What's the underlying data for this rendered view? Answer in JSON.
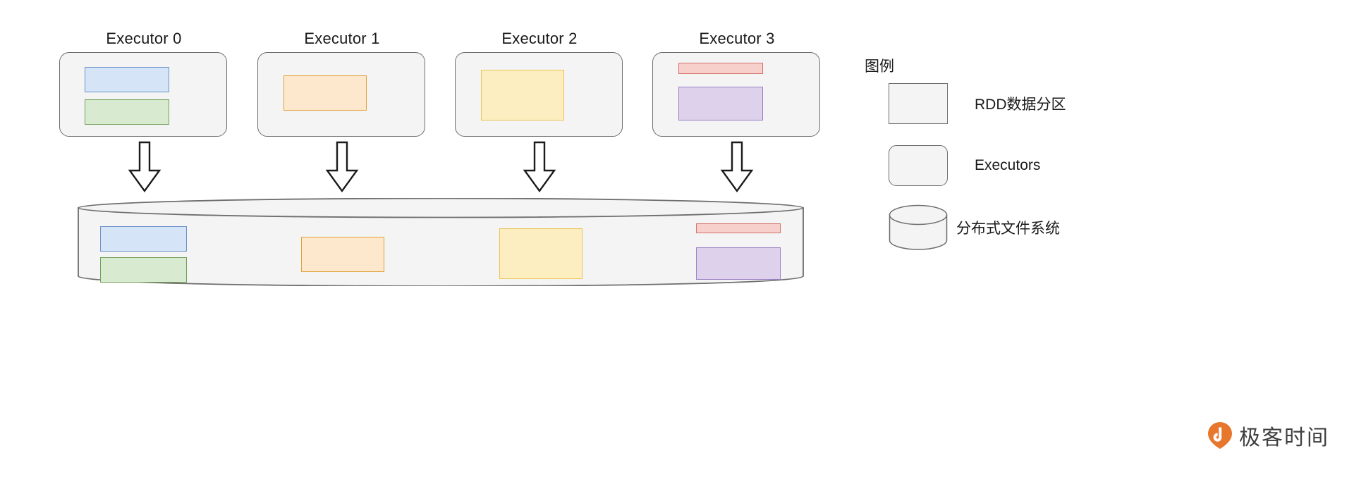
{
  "diagram": {
    "type": "spark-executor-dfs-diagram",
    "background_color": "#ffffff",
    "executors": [
      {
        "title": "Executor 0",
        "partitions": [
          {
            "name": "partition-blue",
            "fill": "#d6e4f7",
            "stroke": "#6d93c9",
            "width": 120,
            "height": 36
          },
          {
            "name": "partition-green",
            "fill": "#d8ebd0",
            "stroke": "#74a05a",
            "width": 120,
            "height": 36
          }
        ]
      },
      {
        "title": "Executor 1",
        "partitions": [
          {
            "name": "partition-orange",
            "fill": "#fde8cd",
            "stroke": "#e2a13a",
            "width": 118,
            "height": 50
          }
        ]
      },
      {
        "title": "Executor 2",
        "partitions": [
          {
            "name": "partition-yellow",
            "fill": "#fdeec2",
            "stroke": "#e8c456",
            "width": 118,
            "height": 72
          }
        ]
      },
      {
        "title": "Executor 3",
        "partitions": [
          {
            "name": "partition-red",
            "fill": "#f7cfcb",
            "stroke": "#d4726b",
            "width": 120,
            "height": 16
          },
          {
            "name": "partition-purple",
            "fill": "#ddd1ec",
            "stroke": "#9b80c4",
            "width": 120,
            "height": 48
          }
        ]
      }
    ],
    "arrow": {
      "name": "down-arrow",
      "count": 4,
      "fill": "#ffffff",
      "stroke": "#1a1a1a"
    },
    "storage": {
      "name": "distributed-file-system-cylinder",
      "fill": "#f4f4f4",
      "stroke": "#6e6e6e",
      "blocks": [
        {
          "name": "block-blue",
          "fill": "#d6e4f7",
          "stroke": "#6d93c9"
        },
        {
          "name": "block-green",
          "fill": "#d8ebd0",
          "stroke": "#74a05a"
        },
        {
          "name": "block-orange",
          "fill": "#fde8cd",
          "stroke": "#e2a13a"
        },
        {
          "name": "block-yellow",
          "fill": "#fdeec2",
          "stroke": "#e8c456"
        },
        {
          "name": "block-red",
          "fill": "#f7cfcb",
          "stroke": "#d4726b"
        },
        {
          "name": "block-purple",
          "fill": "#ddd1ec",
          "stroke": "#9b80c4"
        }
      ]
    }
  },
  "legend": {
    "title": "图例",
    "items": [
      {
        "label": "RDD数据分区",
        "shape": "rectangle"
      },
      {
        "label": "Executors",
        "shape": "rounded-rectangle"
      },
      {
        "label": "分布式文件系统",
        "shape": "cylinder"
      }
    ]
  },
  "watermark": {
    "text": "极客时间",
    "logo_color": "#e8772e"
  }
}
